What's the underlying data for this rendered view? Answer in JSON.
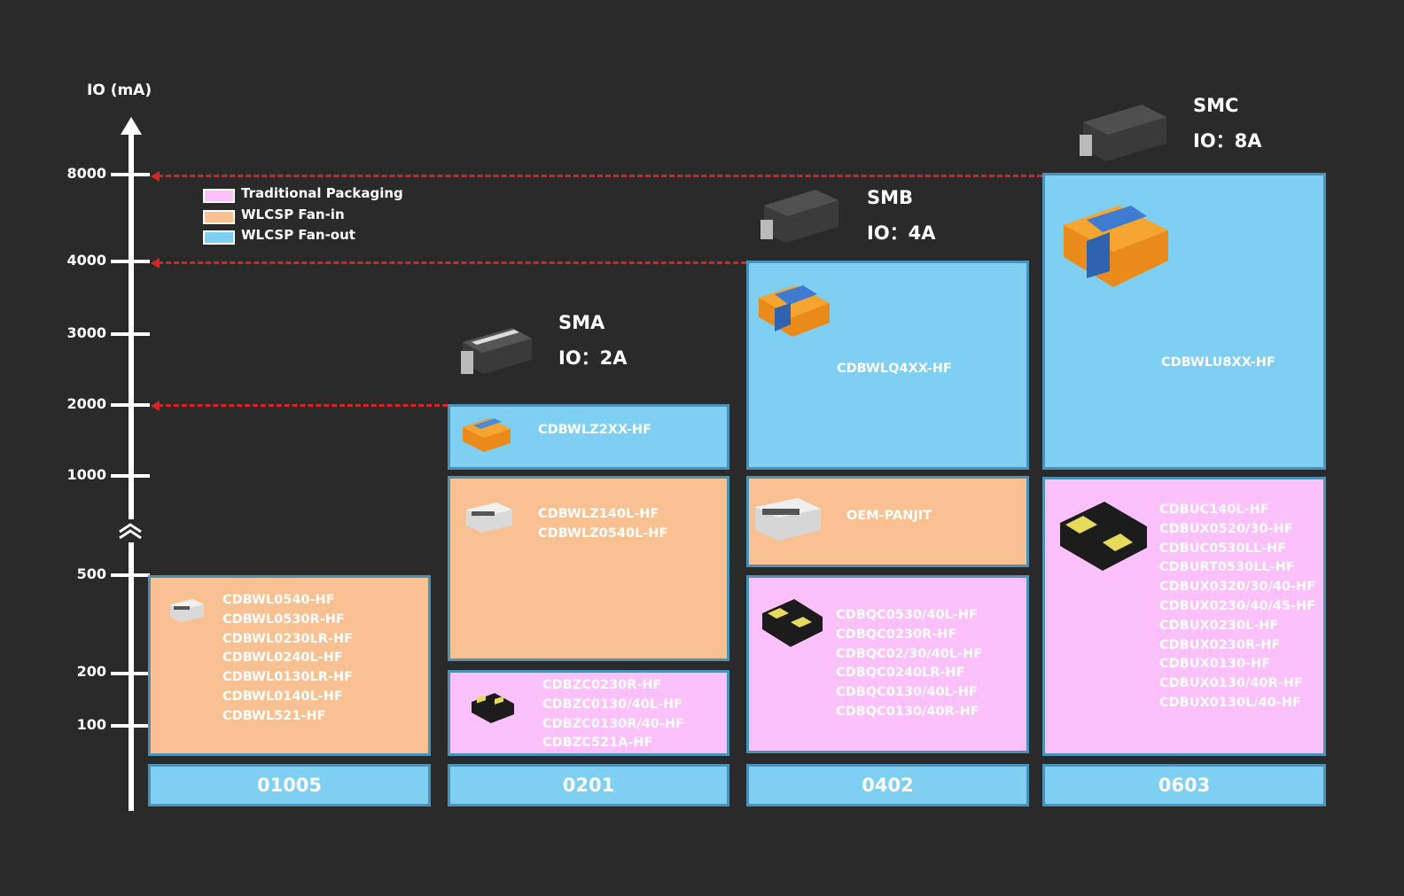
{
  "axis": {
    "title": "IO (mA)",
    "ticks": [
      "8000",
      "4000",
      "3000",
      "2000",
      "1000",
      "500",
      "200",
      "100"
    ]
  },
  "legend": [
    {
      "label": "Traditional Packaging",
      "color": "#fcc1fb"
    },
    {
      "label": "WLCSP Fan-in",
      "color": "#f9c091"
    },
    {
      "label": "WLCSP Fan-out",
      "color": "#7fcff2"
    }
  ],
  "packages": [
    {
      "name": "SMA",
      "io": "IO：2A"
    },
    {
      "name": "SMB",
      "io": "IO：4A"
    },
    {
      "name": "SMC",
      "io": "IO：8A"
    }
  ],
  "categories": [
    "01005",
    "0201",
    "0402",
    "0603"
  ],
  "col01005": {
    "fanin": [
      "CDBWL0540-HF",
      "CDBWL0530R-HF",
      "CDBWL0230LR-HF",
      "CDBWL0240L-HF",
      "CDBWL0130LR-HF",
      "CDBWL0140L-HF",
      "CDBWL521-HF"
    ]
  },
  "col0201": {
    "fanout": [
      "CDBWLZ2XX-HF"
    ],
    "fanin": [
      "CDBWLZ140L-HF",
      "CDBWLZ0540L-HF"
    ],
    "trad": [
      "CDBZC0230R-HF",
      "CDBZC0130/40L-HF",
      "CDBZC0130R/40-HF",
      "CDBZC521A-HF"
    ]
  },
  "col0402": {
    "fanout": [
      "CDBWLQ4XX-HF"
    ],
    "fanin": [
      "OEM-PANJIT"
    ],
    "trad": [
      "CDBQC0530/40L-HF",
      "CDBQC0230R-HF",
      "CDBQC02/30/40L-HF",
      "CDBQC0240LR-HF",
      "CDBQC0130/40L-HF",
      "CDBQC0130/40R-HF"
    ]
  },
  "col0603": {
    "fanout": [
      "CDBWLU8XX-HF"
    ],
    "trad": [
      "CDBUC140L-HF",
      "CDBUX0520/30-HF",
      "CDBUC0530LL-HF",
      "CDBURT0530LL-HF",
      "CDBUX0320/30/40-HF",
      "CDBUX0230/40/45-HF",
      "CDBUX0230L-HF",
      "CDBUX0230R-HF",
      "CDBUX0130-HF",
      "CDBUX0130/40R-HF",
      "CDBUX0130L/40-HF"
    ]
  },
  "colors": {
    "background": "#2a2a2a",
    "fanout": "#7fcff2",
    "fanin": "#f9c091",
    "traditional": "#fcc1fb",
    "guide": "#d72424"
  }
}
